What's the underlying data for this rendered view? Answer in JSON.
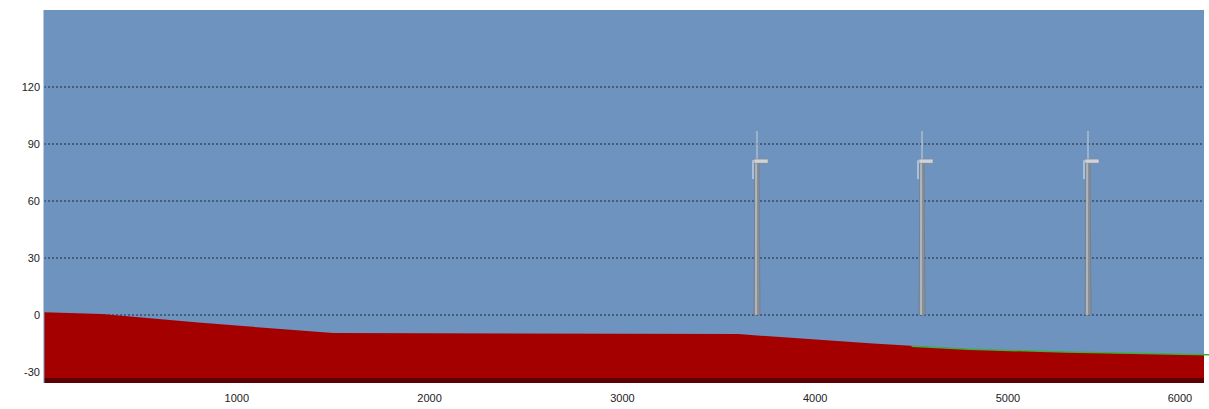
{
  "diagram": {
    "labels": [
      "120",
      "90",
      "60",
      "30",
      "0",
      "-30",
      "1000",
      "2000",
      "3000",
      "4000",
      "5000",
      "6000"
    ]
  }
}
